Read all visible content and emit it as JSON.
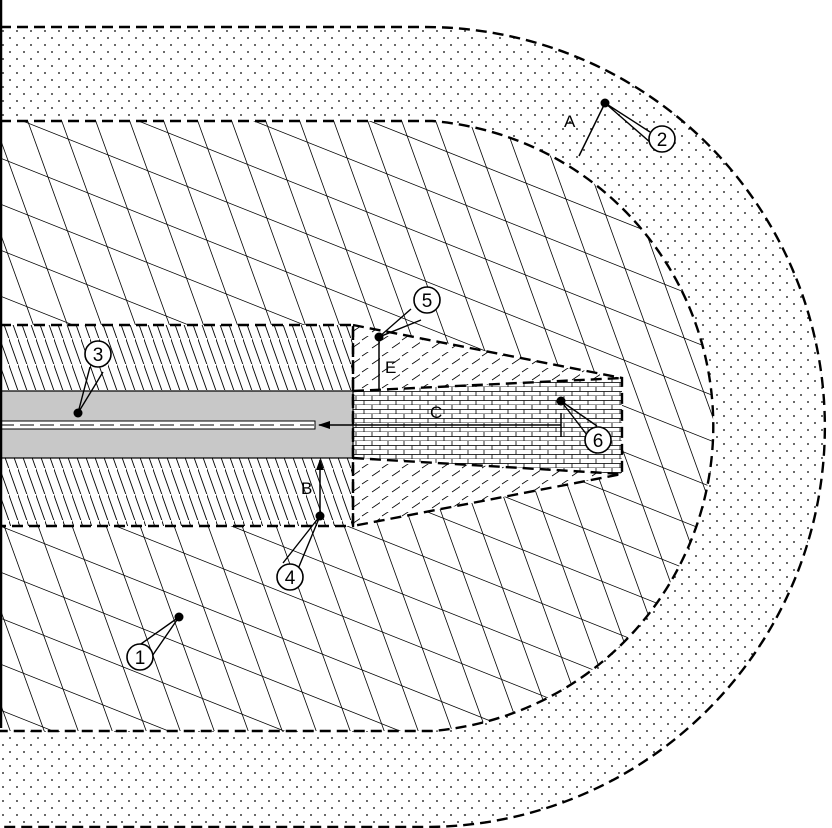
{
  "callouts": [
    "1",
    "2",
    "3",
    "4",
    "5",
    "6"
  ],
  "dimensions": {
    "a": "A",
    "b": "B",
    "c": "C",
    "e": "E"
  }
}
